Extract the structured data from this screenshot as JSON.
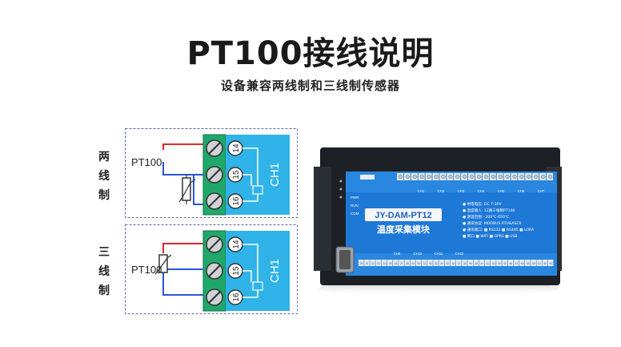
{
  "title": "PT100接线说明",
  "subtitle": "设备兼容两线制和三线制传感器",
  "wiring": [
    {
      "mode_label": [
        "两",
        "线",
        "制"
      ],
      "sensor_label": "PT100",
      "channel_label": "CH1",
      "terminals": [
        "14",
        "15",
        "16"
      ]
    },
    {
      "mode_label": [
        "三",
        "线",
        "制"
      ],
      "sensor_label": "PT100",
      "channel_label": "CH1",
      "terminals": [
        "14",
        "15",
        "16"
      ]
    }
  ],
  "device": {
    "model": "JY-DAM-PT12",
    "name": "温度采集模块",
    "left_leds": [
      "PWR",
      "RUN",
      "COM"
    ],
    "spec_lines": [
      "● 供电电压:  DC 7-30V",
      "● 温度输入:  12路三线制PT100",
      "● 测温范围:  -200℃-650℃",
      "● 通讯协议:  MODBUS  RTU&ASCII",
      "● 通讯端口:  ■ RS232 ■ RS485 ■ LORA",
      "              ■ 网口  ■ WIFI  ■ GPRS ■ USB"
    ],
    "top_channels": [
      "CH1",
      "CH2",
      "CH3",
      "CH4",
      "CH5",
      "CH6",
      "CH7"
    ],
    "bottom_channels": [
      "CH9",
      "CH10",
      "CH11",
      "CH12"
    ],
    "top_terminal_count": 22,
    "bottom_terminal_numbers": [
      "20",
      "21",
      "22",
      "23",
      "24",
      "25",
      "26",
      "27",
      "28",
      "29",
      "30",
      "31",
      "32",
      "33",
      "34",
      "35",
      "36",
      "37",
      "38",
      "39",
      "40",
      "41",
      "42",
      "43",
      "44",
      "45",
      "46",
      "47",
      "48",
      "49",
      "50",
      "51",
      "52",
      "53"
    ]
  },
  "colors": {
    "terminal_bg": "#2fb3e8",
    "connector_green": "#1fa86a",
    "wire_red": "#e02a2a",
    "wire_blue": "#2a57d8",
    "device_body": "#1d2126",
    "device_panel": "#1e78d6"
  }
}
